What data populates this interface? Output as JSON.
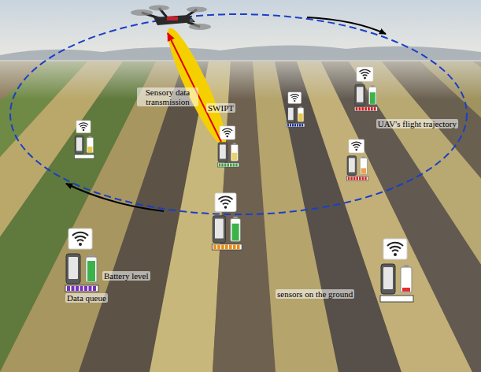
{
  "diagram": {
    "labels": [
      "Sensory data transmission",
      "SWIPT",
      "UAV's flight trajectory",
      "Battery level",
      "Data queue",
      "sensors on the ground"
    ]
  }
}
